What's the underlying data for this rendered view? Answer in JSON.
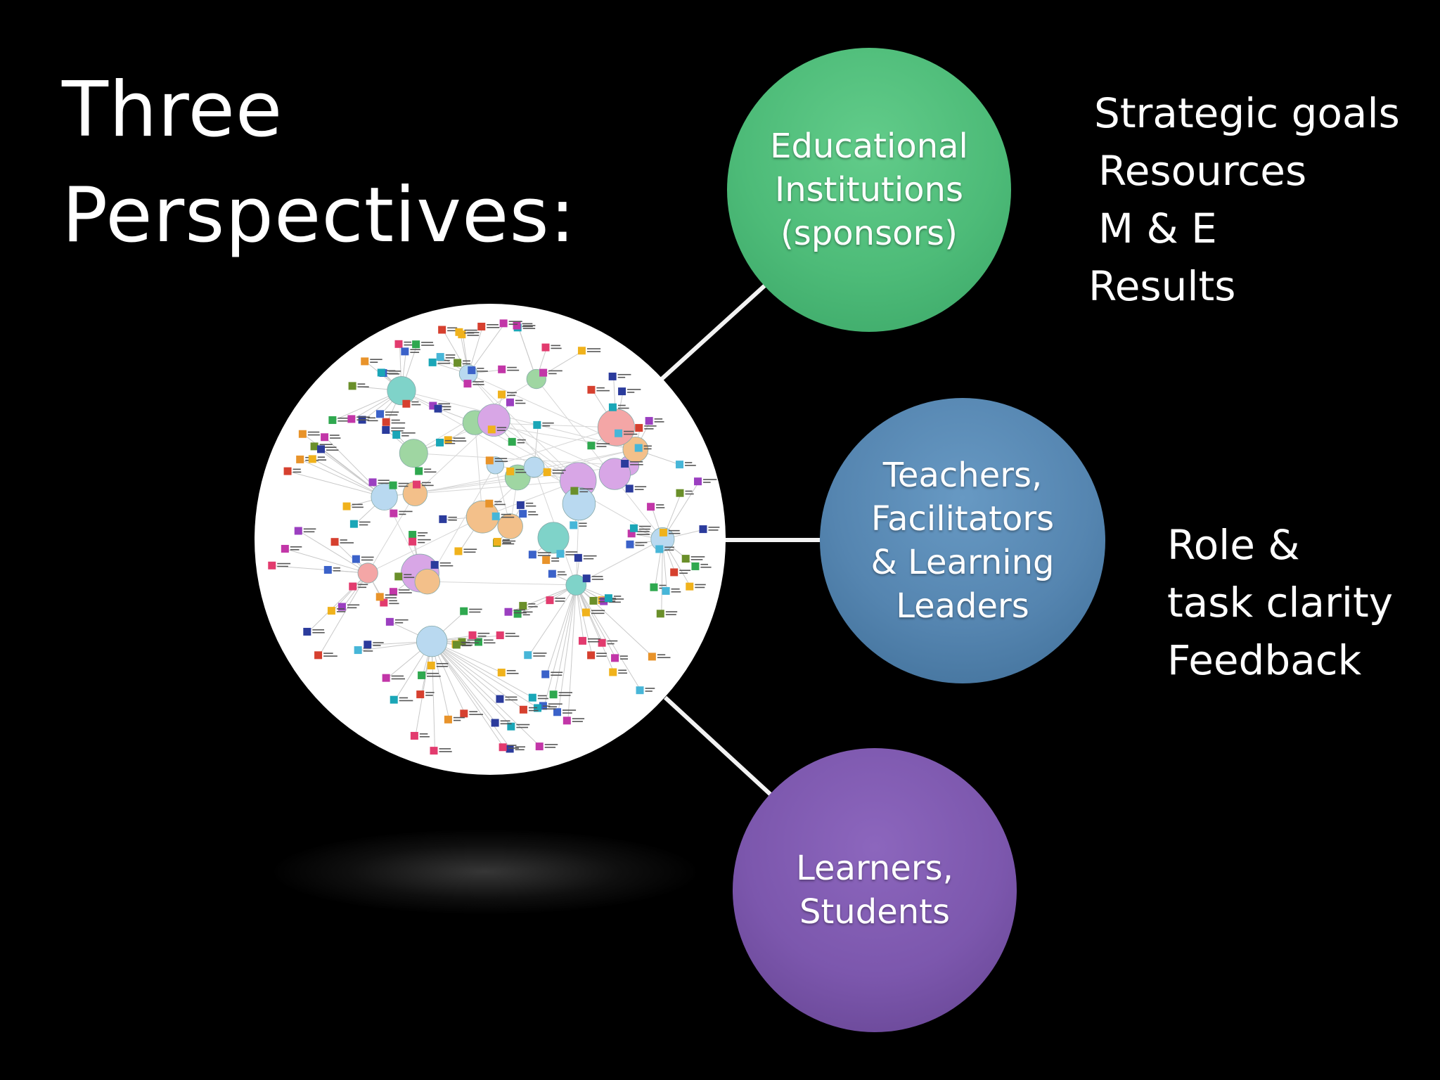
{
  "slide": {
    "title_lines": [
      "Three",
      "Perspectives:"
    ]
  },
  "perspectives": [
    {
      "lines": [
        "Educational",
        "Institutions",
        "(sponsors)"
      ],
      "color": "#4dbb78"
    },
    {
      "lines": [
        "Teachers,",
        "Facilitators",
        "& Learning",
        "Leaders"
      ],
      "color": "#5585b0"
    },
    {
      "lines": [
        "Learners,",
        "Students"
      ],
      "color": "#7c57ad"
    }
  ],
  "annotations": {
    "institutions": [
      "Strategic goals",
      "Resources",
      "M & E",
      "Results"
    ],
    "teachers": [
      "Role &",
      "task clarity",
      "Feedback"
    ]
  },
  "hub_image": {
    "description_icon": "network-graph-image"
  }
}
